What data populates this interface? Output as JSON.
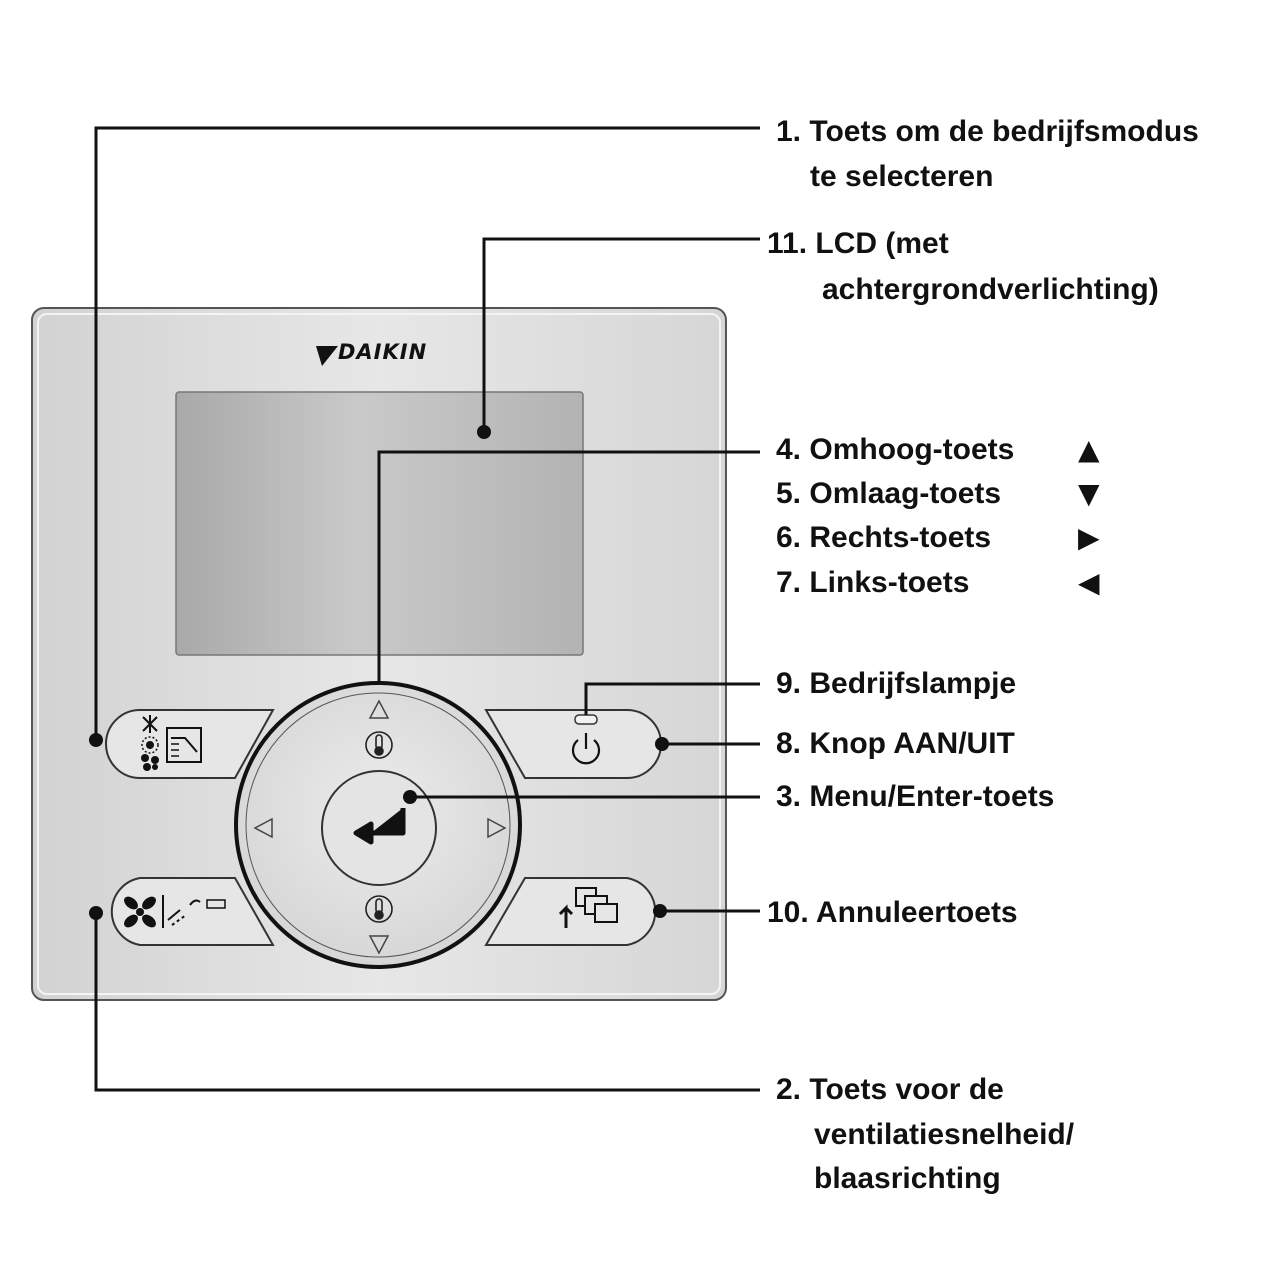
{
  "brand": "DAIKIN",
  "labels": {
    "mode": [
      "1. Toets om de bedrijfsmodus",
      "te selecteren"
    ],
    "lcd": [
      "11. LCD (met",
      "achtergrondverlichting)"
    ],
    "up": "4. Omhoog-toets",
    "down": "5. Omlaag-toets",
    "right": "6. Rechts-toets",
    "left": "7. Links-toets",
    "lamp": "9. Bedrijfslampje",
    "onoff": "8. Knop AAN/UIT",
    "menu": "3. Menu/Enter-toets",
    "cancel": "10. Annuleertoets",
    "fan": [
      "2. Toets voor de",
      "ventilatiesnelheid/",
      "blaasrichting"
    ]
  },
  "symbols": {
    "up": "▲",
    "down": "▼",
    "right": "▶",
    "left": "◀"
  }
}
